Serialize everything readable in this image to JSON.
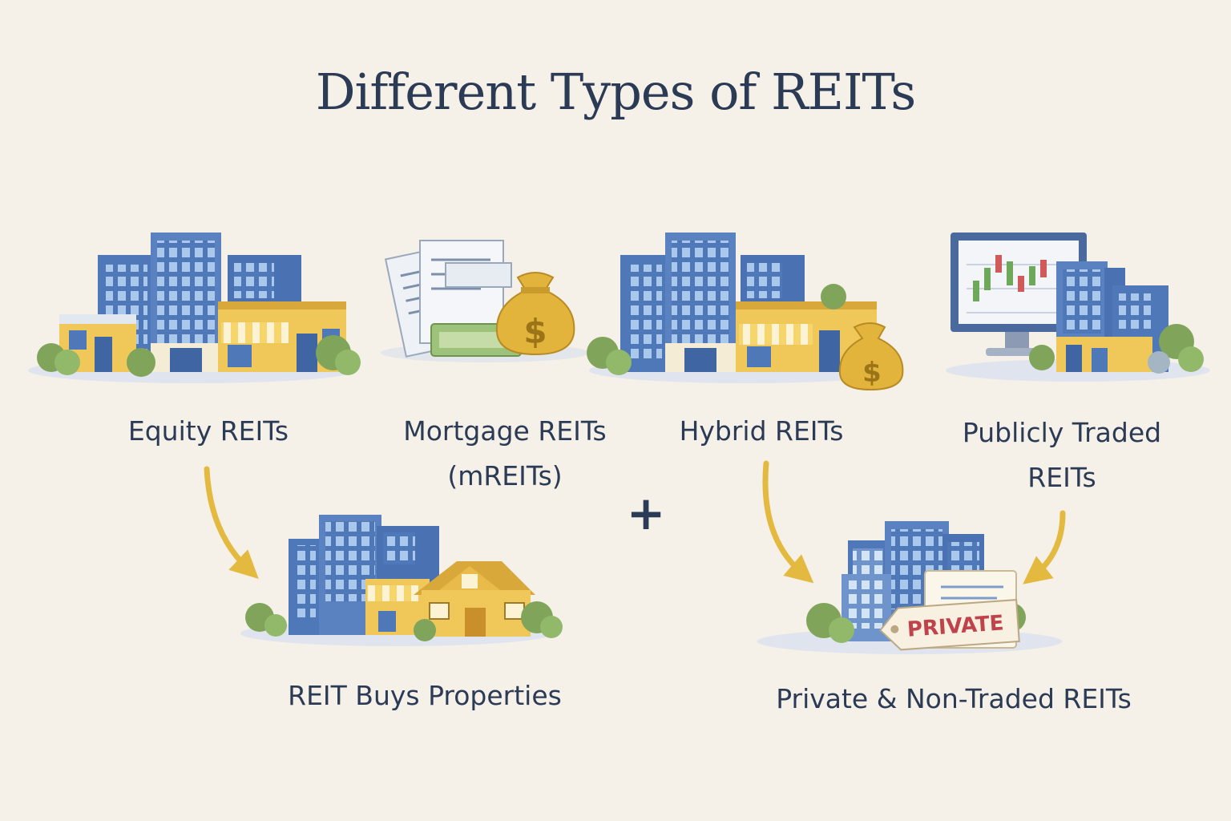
{
  "title": "Different Types of REITs",
  "items": [
    {
      "label": "Equity REITs"
    },
    {
      "label_line1": "Mortgage REITs",
      "label_line2": "(mREITs)"
    },
    {
      "label": "Hybrid REITs"
    },
    {
      "label_line1": "Publicly Traded",
      "label_line2": "REITs"
    }
  ],
  "outcomes": [
    {
      "label": "REIT Buys Properties"
    },
    {
      "label": "Private & Non-Traded REITs",
      "tag": "PRIVATE"
    }
  ],
  "plus_sign": "+",
  "colors": {
    "ink": "#2b3a55",
    "building_blue": "#4f78b8",
    "window_blue": "#9fc0e8",
    "shop_yellow": "#f0c85a",
    "money_gold": "#e2b43c",
    "bush_green": "#7fa45a",
    "arrow_gold": "#e4b93f",
    "stamp_red": "#c0424a"
  }
}
